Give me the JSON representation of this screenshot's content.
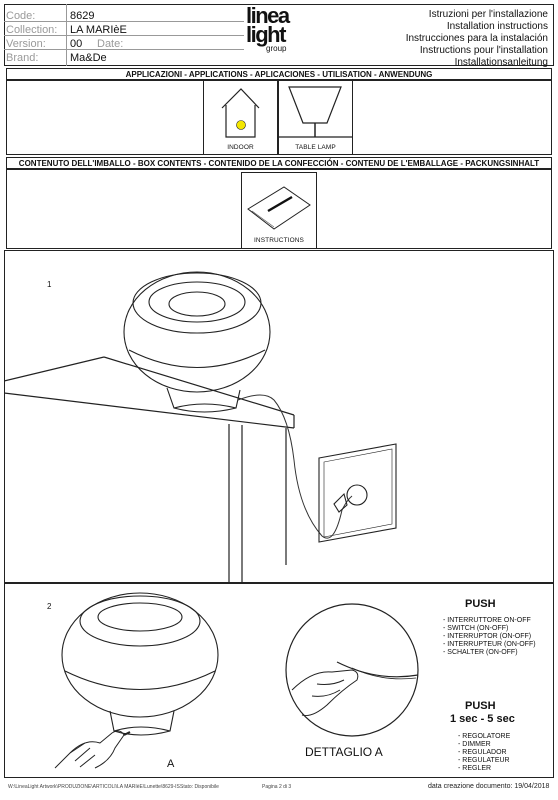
{
  "header": {
    "code_label": "Code:",
    "code_value": "8629",
    "collection_label": "Collection:",
    "collection_value": "LA MARIèE",
    "version_label": "Version:",
    "version_value": "00",
    "date_label": "Date:",
    "brand_label": "Brand:",
    "brand_value": "Ma&De",
    "logo_line1": "linea",
    "logo_line2": "light",
    "logo_line3": "group",
    "instructions": [
      "Istruzioni per l'installazione",
      "Installation instructions",
      "Instrucciones para la instalación",
      "Instructions pour l'installation",
      "Installationsanleitung"
    ]
  },
  "applications": {
    "title": "APPLICAZIONI - APPLICATIONS - APLICACIONES - UTILISATION - ANWENDUNG",
    "items": [
      {
        "label": "INDOOR",
        "icon": "indoor-house-icon"
      },
      {
        "label": "TABLE LAMP",
        "icon": "table-lamp-icon"
      }
    ]
  },
  "box_contents": {
    "title": "CONTENUTO DELL'IMBALLO - BOX CONTENTS - CONTENIDO DE LA CONFECCIÓN - CONTENU DE L'EMBALLAGE - PACKUNGSINHALT",
    "items": [
      {
        "label": "INSTRUCTIONS",
        "icon": "instructions-sheet-icon"
      }
    ]
  },
  "step1": {
    "number": "1"
  },
  "step2": {
    "number": "2",
    "push_title": "PUSH",
    "switch_list": [
      "- INTERRUTTORE ON-OFF",
      "- SWITCH (ON-OFF)",
      "- INTERRUPTOR (ON-OFF)",
      "- INTERRUPTEUR (ON-OFF)",
      "- SCHALTER (ON-OFF)"
    ],
    "push_title2": "PUSH",
    "push_duration": "1 sec - 5 sec",
    "dimmer_list": [
      "- REGOLATORE",
      "- DIMMER",
      "- REGULADOR",
      "- REGULATEUR",
      "- REGLER"
    ],
    "label_a": "A",
    "detail_label": "DETTAGLIO A"
  },
  "footer": {
    "path": "W:\\LineaLight Artwork\\PRODUZIONE\\ARTICOLI\\LA MARIèE\\Lunette\\8629-IS",
    "status": "Stato: Disponibile",
    "page": "Pagina 2 di 3",
    "created": "data creazione documento: 19/04/2018"
  }
}
